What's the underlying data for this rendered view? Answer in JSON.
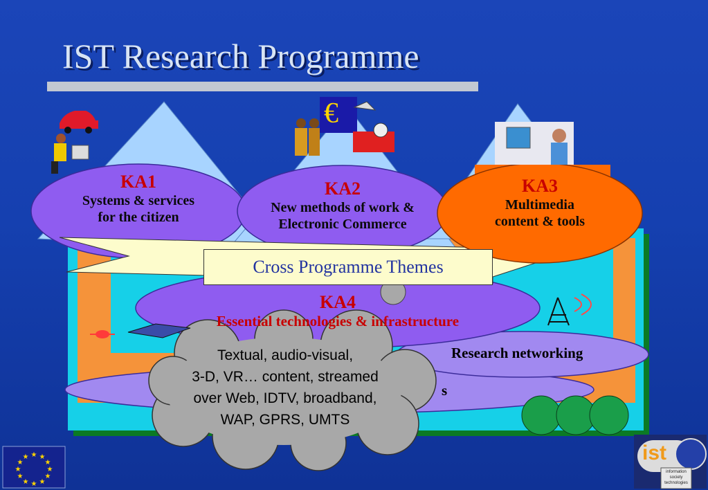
{
  "title": "IST Research Programme",
  "ka1": {
    "code": "KA1",
    "line1": "Systems & services",
    "line2": "for the citizen"
  },
  "ka2": {
    "code": "KA2",
    "line1": "New methods of work &",
    "line2": "Electronic Commerce"
  },
  "ka3": {
    "code": "KA3",
    "line1": "Multimedia",
    "line2": "content  & tools"
  },
  "ka4": {
    "code": "KA4",
    "line1_partial": "Essential technologies & infrastructure"
  },
  "cross_programme": "Cross Programme Themes",
  "research_networking": "Research networking",
  "partial_label": "s",
  "cloud": {
    "line1": "Textual, audio-visual,",
    "line2": "3-D, VR… content, streamed",
    "line3": "over Web, IDTV, broadband,",
    "line4": "WAP, GPRS, UMTS"
  },
  "currency_symbol": "€",
  "ist_logo": {
    "word": "ist",
    "line1": "information",
    "line2": "society",
    "line3": "technologies"
  },
  "colors": {
    "background": "#1540b0",
    "title": "#d8e4f4",
    "ka_code": "#c80000",
    "ellipse_purple": "#8f5cf0",
    "ka3_orange": "#ff6a00",
    "cross_box": "#fdfccc",
    "cloud": "#a8a8a8",
    "orange_panel": "#f5933a",
    "cyan_panel": "#16d0e8"
  },
  "icons": [
    "car-icon",
    "people-computer-icon",
    "euro-icon",
    "business-handshake-icon",
    "desk-lamp-icon",
    "person-at-computer-icon",
    "antenna-tower-icon",
    "globe-icon",
    "eu-flag-icon",
    "ist-logo-icon",
    "circuit-board-icon",
    "satellite-icon"
  ]
}
